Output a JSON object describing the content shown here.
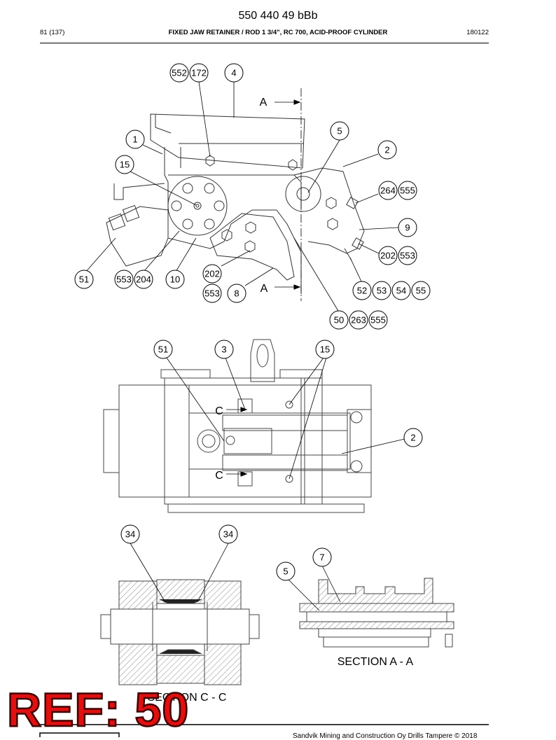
{
  "header": {
    "doc_number": "550 440 49 bBb",
    "page": "81 (137)",
    "title": "FIXED JAW RETAINER / ROD 1 3/4\", RC 700, ACID-PROOF CYLINDER",
    "date_code": "180122"
  },
  "views": {
    "section_aa_marker": "A",
    "section_cc_marker": "C",
    "section_aa_title": "SECTION A - A",
    "section_cc_title": "SECTION C - C"
  },
  "callouts": {
    "top_view": [
      "552",
      "172",
      "4",
      "1",
      "5",
      "2",
      "15",
      "264",
      "555",
      "9",
      "202",
      "553",
      "51",
      "553",
      "204",
      "10",
      "202",
      "553",
      "8",
      "52",
      "53",
      "54",
      "55",
      "50",
      "263",
      "555"
    ],
    "middle_view": [
      "51",
      "3",
      "15",
      "2"
    ],
    "section_cc": [
      "34",
      "34"
    ],
    "section_aa": [
      "7",
      "5"
    ]
  },
  "footer": {
    "copyright": "Sandvik Mining and Construction Oy Drills Tampere © 2018"
  },
  "stamp": {
    "text": "REF: 50",
    "color": "#e01010"
  }
}
